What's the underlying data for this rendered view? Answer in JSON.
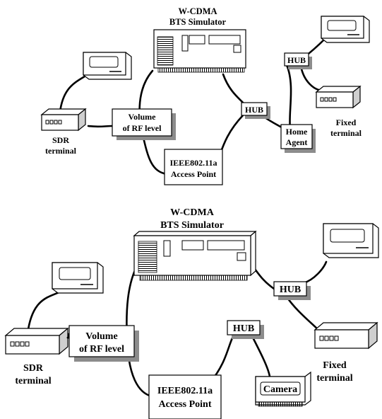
{
  "top_diagram": {
    "bts_title_line1": "W-CDMA",
    "bts_title_line2": "BTS Simulator",
    "sdr_line1": "SDR",
    "sdr_line2": "terminal",
    "volume_line1": "Volume",
    "volume_line2": "of RF level",
    "ap_line1": "IEEE802.11a",
    "ap_line2": "Access Point",
    "hub_center": "HUB",
    "hub_right": "HUB",
    "home_agent_line1": "Home",
    "home_agent_line2": "Agent",
    "fixed_line1": "Fixed",
    "fixed_line2": "terminal"
  },
  "bottom_diagram": {
    "bts_title_line1": "W-CDMA",
    "bts_title_line2": "BTS Simulator",
    "sdr_line1": "SDR",
    "sdr_line2": "terminal",
    "volume_line1": "Volume",
    "volume_line2": "of RF level",
    "ap_line1": "IEEE802.11a",
    "ap_line2": "Access Point",
    "hub_center": "HUB",
    "hub_right": "HUB",
    "camera": "Camera",
    "fixed_line1": "Fixed",
    "fixed_line2": "terminal"
  }
}
